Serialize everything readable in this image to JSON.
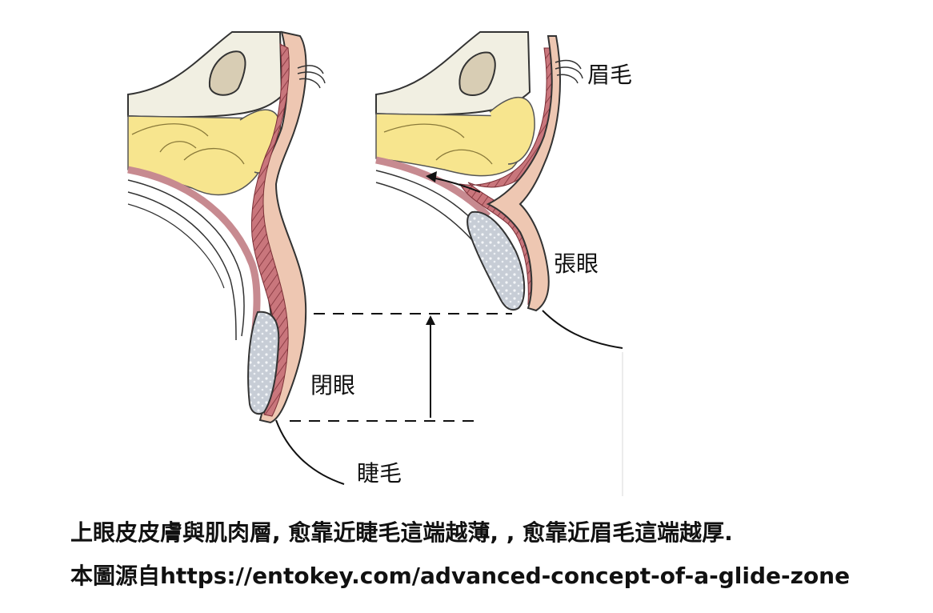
{
  "labels": {
    "eyebrow": "眉毛",
    "eye_open": "張眼",
    "eye_closed": "閉眼",
    "eyelash": "睫毛"
  },
  "caption": {
    "line1": "上眼皮皮膚與肌肉層, 愈靠近睫毛這端越薄, , 愈靠近眉毛這端越厚.",
    "line2": "本圖源自https://entokey.com/advanced-concept-of-a-glide-zone"
  },
  "colors": {
    "fat": "#f7e58e",
    "bone": "#f1efe2",
    "skin": "#eec7b2",
    "muscle": "#b9626a",
    "tarsus": "#c4cbd3",
    "line": "#222222"
  }
}
